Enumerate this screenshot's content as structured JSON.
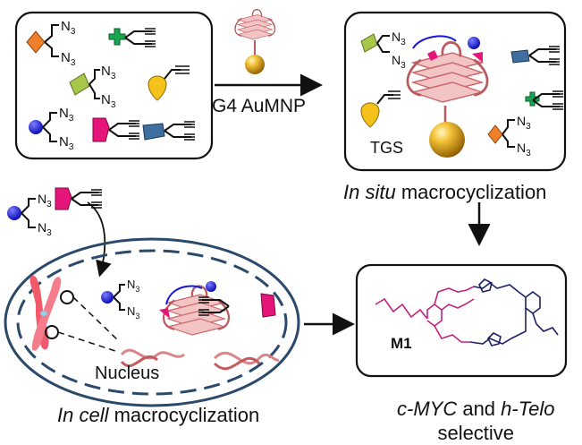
{
  "reagent_label": "G4 AuMNP",
  "tgs_label": "TGS",
  "insitu": {
    "italic": "In situ",
    "rest": " macrocyclization"
  },
  "nucleus_label": "Nucleus",
  "incell": {
    "italic": "In cell",
    "rest": " macrocyclization"
  },
  "selective": {
    "target1": "c-MYC",
    "and": " and ",
    "target2": "h-Telo",
    "line2": "selective"
  },
  "compound_label": "M1",
  "azide_label": "N",
  "azide_sub": "3",
  "colors": {
    "orange": "#f07f2a",
    "green": "#18a651",
    "lime": "#a7c64a",
    "yellow": "#f5c21b",
    "blue": "#1717d8",
    "pink": "#e6157a",
    "steel": "#3f6fa0",
    "g4": "#d9868a",
    "gold": "#d89a10",
    "magenta": "#c2237e",
    "navy": "#1c2360",
    "cell": "#2b4a6b"
  },
  "icons": [
    "azide-orange",
    "alkyne-green",
    "azide-lime",
    "alkyne-yellow",
    "azide-blue",
    "alkyne-pink",
    "alkyne-steel",
    "g4-gold-nanoparticle",
    "chromosome",
    "dna-duplex",
    "macrocycle-structure"
  ]
}
